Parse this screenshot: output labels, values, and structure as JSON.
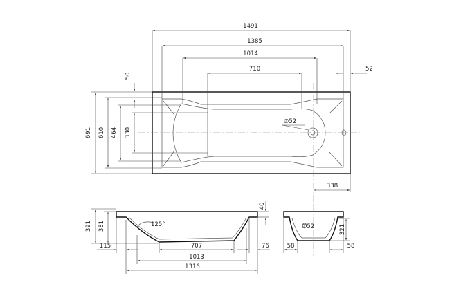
{
  "top_view": {
    "width_1491": "1491",
    "width_1385": "1385",
    "width_1014": "1014",
    "width_710": "710",
    "offset_52": "52",
    "offset_50": "50",
    "height_691": "691",
    "height_610": "610",
    "height_464": "464",
    "height_330": "330",
    "drain_diameter": "∅52",
    "drain_offset_338": "338"
  },
  "side_view": {
    "height_391": "391",
    "height_381": "381",
    "rim_40": "40",
    "angle_125": "125°",
    "offset_115": "115",
    "length_707": "707",
    "length_1013": "1013",
    "length_1316": "1316",
    "offset_76": "76"
  },
  "end_view": {
    "drain_diameter": "∅52",
    "height_321": "321",
    "offset_58_left": "58",
    "offset_58_right": "58"
  }
}
